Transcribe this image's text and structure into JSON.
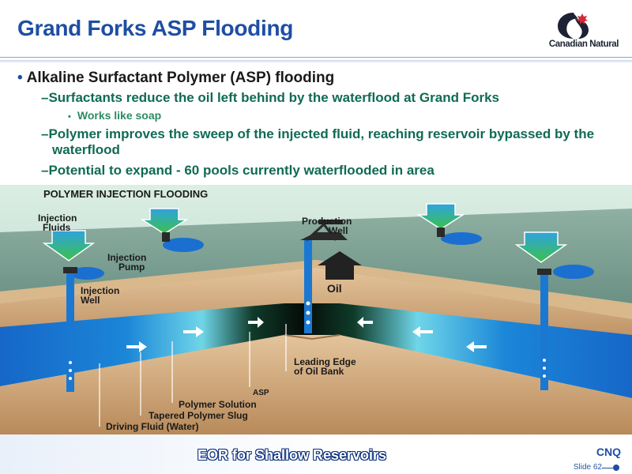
{
  "title": "Grand Forks ASP Flooding",
  "logo": {
    "text": "Canadian Natural"
  },
  "bullets": {
    "main": "Alkaline Surfactant Polymer (ASP) flooding",
    "sub1": "–Surfactants reduce the oil left behind by the waterflood at Grand Forks",
    "sub1_point": "Works like soap",
    "sub2": "–Polymer improves the sweep of the injected fluid, reaching reservoir bypassed by the waterflood",
    "sub3": "–Potential to expand - 60 pools currently waterflooded in area"
  },
  "diagram": {
    "title": "POLYMER INJECTION FLOODING",
    "labels": {
      "injection_fluids_1": "Injection",
      "injection_fluids_2": "Fluids",
      "injection_pump_1": "Injection",
      "injection_pump_2": "Pump",
      "injection_well_1": "Injection",
      "injection_well_2": "Well",
      "production_well_1": "Production",
      "production_well_2": "Well",
      "oil": "Oil",
      "leading_edge_1": "Leading Edge",
      "leading_edge_2": "of Oil Bank",
      "asp": "ASP",
      "polymer_solution": "Polymer Solution",
      "tapered_slug": "Tapered Polymer Slug",
      "driving_fluid": "Driving Fluid (Water)"
    }
  },
  "footer": {
    "title": "EOR for Shallow Reservoirs",
    "brand": "CNQ",
    "slide": "Slide 62"
  },
  "colors": {
    "title": "#1f4ea3",
    "bullet_green": "#0f6b53",
    "water_blue": "#1a78d2",
    "oil_dark": "#0b1a10",
    "ground": "#7a9e92",
    "rock": "#c9a070"
  }
}
